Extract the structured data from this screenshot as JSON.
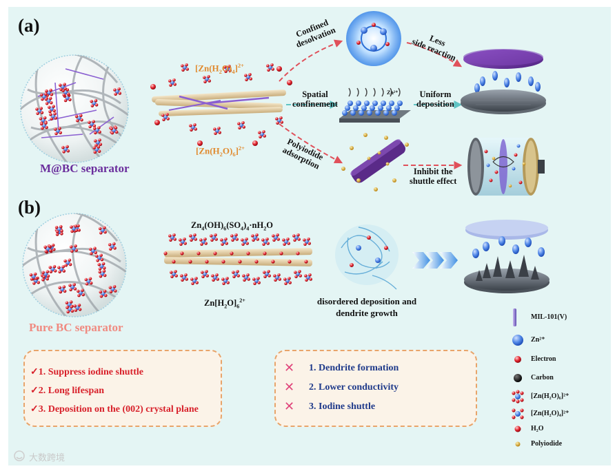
{
  "panel_a": {
    "label": "(a)",
    "separator_name": "M@BC separator",
    "species_top": {
      "base": "[Zn(H",
      "sub1": "2",
      "mid": "O)",
      "sub2": "4",
      "end": "]",
      "sup": "2+"
    },
    "species_bottom": {
      "base": "[Zn(H",
      "sub1": "2",
      "mid": "O)",
      "sub2": "6",
      "end": "]",
      "sup": "2+"
    },
    "path1_label": [
      "Confined",
      "desolvation"
    ],
    "path1_result": [
      "Less",
      "side reaction"
    ],
    "path2_label": [
      "Spatial",
      "confinement"
    ],
    "path2_result": [
      "Uniform",
      "deposition"
    ],
    "path2_ion": "Zn²⁺",
    "path3_label": [
      "Polyiodide",
      "adsorption"
    ],
    "path3_result": [
      "Inhibit the",
      "shuttle effect"
    ]
  },
  "panel_b": {
    "label": "(b)",
    "separator_name": "Pure BC separator",
    "byproduct": {
      "a": "Zn",
      "s1": "4",
      "b": "(OH)",
      "s2": "6",
      "c": "(SO",
      "s3": "4",
      "d": ")",
      "s4": "4",
      "e": "·nH",
      "s5": "2",
      "f": "O"
    },
    "hydrated_ion": {
      "a": "Zn[H",
      "s1": "2",
      "b": "O]",
      "s2": "6",
      "sup": "2+"
    },
    "deposition_caption": [
      "disordered deposition and",
      "dendrite growth"
    ]
  },
  "advantages": [
    "1. Suppress iodine shuttle",
    "2. Long lifespan",
    "3. Deposition on the (002) crystal plane"
  ],
  "advantage_mark": "✓",
  "disadvantages": [
    "1. Dendrite formation",
    "2. Lower conductivity",
    "3. Iodine shuttle"
  ],
  "disadvantage_mark": "✕",
  "legend": [
    {
      "label": "MIL-101(V)",
      "icon": "mof-rod-icon",
      "color": "#7b6fc4"
    },
    {
      "label": "Zn²⁺",
      "icon": "zinc-ion-icon",
      "color": "#3f7de0"
    },
    {
      "label": "Electron",
      "icon": "electron-icon",
      "color": "#e11d2a"
    },
    {
      "label": "Carbon",
      "icon": "carbon-icon",
      "color": "#111111"
    },
    {
      "label": "[Zn(H₂O)₆]²⁺",
      "icon": "hexa-hydrate-icon",
      "color": "#4a78d8"
    },
    {
      "label": "[Zn(H₂O)₄]²⁺",
      "icon": "tetra-hydrate-icon",
      "color": "#4a78d8"
    },
    {
      "label": "H₂O",
      "icon": "water-icon",
      "color": "#e11d2a"
    },
    {
      "label": "Polyiodide",
      "icon": "polyiodide-icon",
      "color": "#d9a21a"
    }
  ],
  "watermark": "大数跨境",
  "colors": {
    "background": "#e4f5f4",
    "mbc_label": "#6a2d9c",
    "bc_label": "#f08a80",
    "species_orange": "#e08a2e",
    "advantage_red": "#d8202a",
    "disadvantage_blue": "#1f3a8a",
    "cross_pink": "#e0457b",
    "arrow_red": "#e0505a",
    "arrow_teal": "#5fc4c4"
  }
}
